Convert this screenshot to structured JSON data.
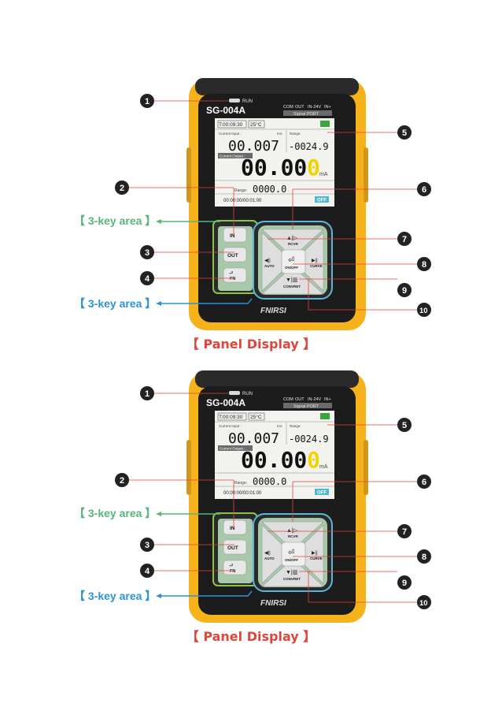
{
  "device": {
    "model": "SG-004A",
    "run_label": "RUN",
    "ports": [
      "COM",
      "OUT",
      "IN-24V",
      "IN+"
    ],
    "signal_port": "Signal PORT",
    "brand": "FNIRSI"
  },
  "screen": {
    "time": "T:00:09:30",
    "temp": "25°C",
    "current_input_label": "Current Input :",
    "input_value": "00.007",
    "input_unit": "mA",
    "range_label": "Range:",
    "range_value": "-0024.9",
    "current_output_label": "Current Output :",
    "output_value_main": "00.00",
    "output_value_last": "0",
    "output_unit": "mA",
    "range2_label": "Range:",
    "range2_value": "0000.0",
    "timer": "00:00:00/00:01:00",
    "status": "OFF"
  },
  "keys": {
    "in": "IN",
    "out": "OUT",
    "fn": "FN",
    "rcvr": "RCVR",
    "auto": "AUTO",
    "curve": "CURVE",
    "onoff": "ON/OFF",
    "convret": "CONVRET"
  },
  "annotations": {
    "three_key_area_top": "【 3-key area 】",
    "three_key_area_bottom": "【 3-key area 】",
    "numbers": [
      "1",
      "2",
      "3",
      "4",
      "5",
      "6",
      "7",
      "8",
      "9",
      "10"
    ]
  },
  "caption": "【 Panel Display 】",
  "colors": {
    "body_yellow": "#f5b21a",
    "bezel_black": "#1c1c1c",
    "lcd_bg": "#f2f2ef",
    "accent_green": "#56b67b",
    "accent_blue": "#2a94d6",
    "accent_red": "#e0453c",
    "key_area_fill": "#a7c9aa"
  }
}
